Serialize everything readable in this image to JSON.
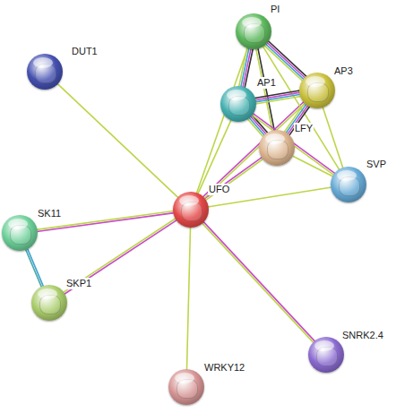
{
  "diagram": {
    "nodes": [
      {
        "text": [
          "PI"
        ]
      },
      {
        "text": [
          "DUT1"
        ]
      },
      {
        "text": [
          "AP3"
        ]
      },
      {
        "text": [
          "AP1"
        ]
      },
      {
        "text": [
          "LFY"
        ]
      },
      {
        "text": [
          "SVP"
        ]
      },
      {
        "text": [
          "UFO"
        ]
      },
      {
        "text": [
          "SK11"
        ]
      },
      {
        "text": [
          "SKP1"
        ]
      },
      {
        "text": [
          "SNRK2.4"
        ]
      },
      {
        "text": [
          "WRKY12"
        ]
      }
    ],
    "edges": [
      {
        "from": 6,
        "to": 1,
        "arrow": "none"
      },
      {
        "from": 6,
        "to": 0,
        "arrow": "none"
      },
      {
        "from": 6,
        "to": 3,
        "arrow": "none"
      },
      {
        "from": 6,
        "to": 4,
        "arrow": "none"
      },
      {
        "from": 6,
        "to": 2,
        "arrow": "none"
      },
      {
        "from": 6,
        "to": 5,
        "arrow": "none"
      },
      {
        "from": 6,
        "to": 7,
        "arrow": "none"
      },
      {
        "from": 6,
        "to": 8,
        "arrow": "none"
      },
      {
        "from": 6,
        "to": 10,
        "arrow": "none"
      },
      {
        "from": 6,
        "to": 9,
        "arrow": "none"
      },
      {
        "from": 7,
        "to": 8,
        "arrow": "none"
      },
      {
        "from": 0,
        "to": 2,
        "arrow": "none"
      },
      {
        "from": 0,
        "to": 3,
        "arrow": "none"
      },
      {
        "from": 0,
        "to": 4,
        "arrow": "none"
      },
      {
        "from": 0,
        "to": 5,
        "arrow": "none"
      },
      {
        "from": 3,
        "to": 2,
        "arrow": "none"
      },
      {
        "from": 3,
        "to": 4,
        "arrow": "none"
      },
      {
        "from": 3,
        "to": 5,
        "arrow": "none"
      },
      {
        "from": 2,
        "to": 4,
        "arrow": "none"
      },
      {
        "from": 2,
        "to": 5,
        "arrow": "none"
      },
      {
        "from": 4,
        "to": 5,
        "arrow": "none"
      }
    ]
  }
}
